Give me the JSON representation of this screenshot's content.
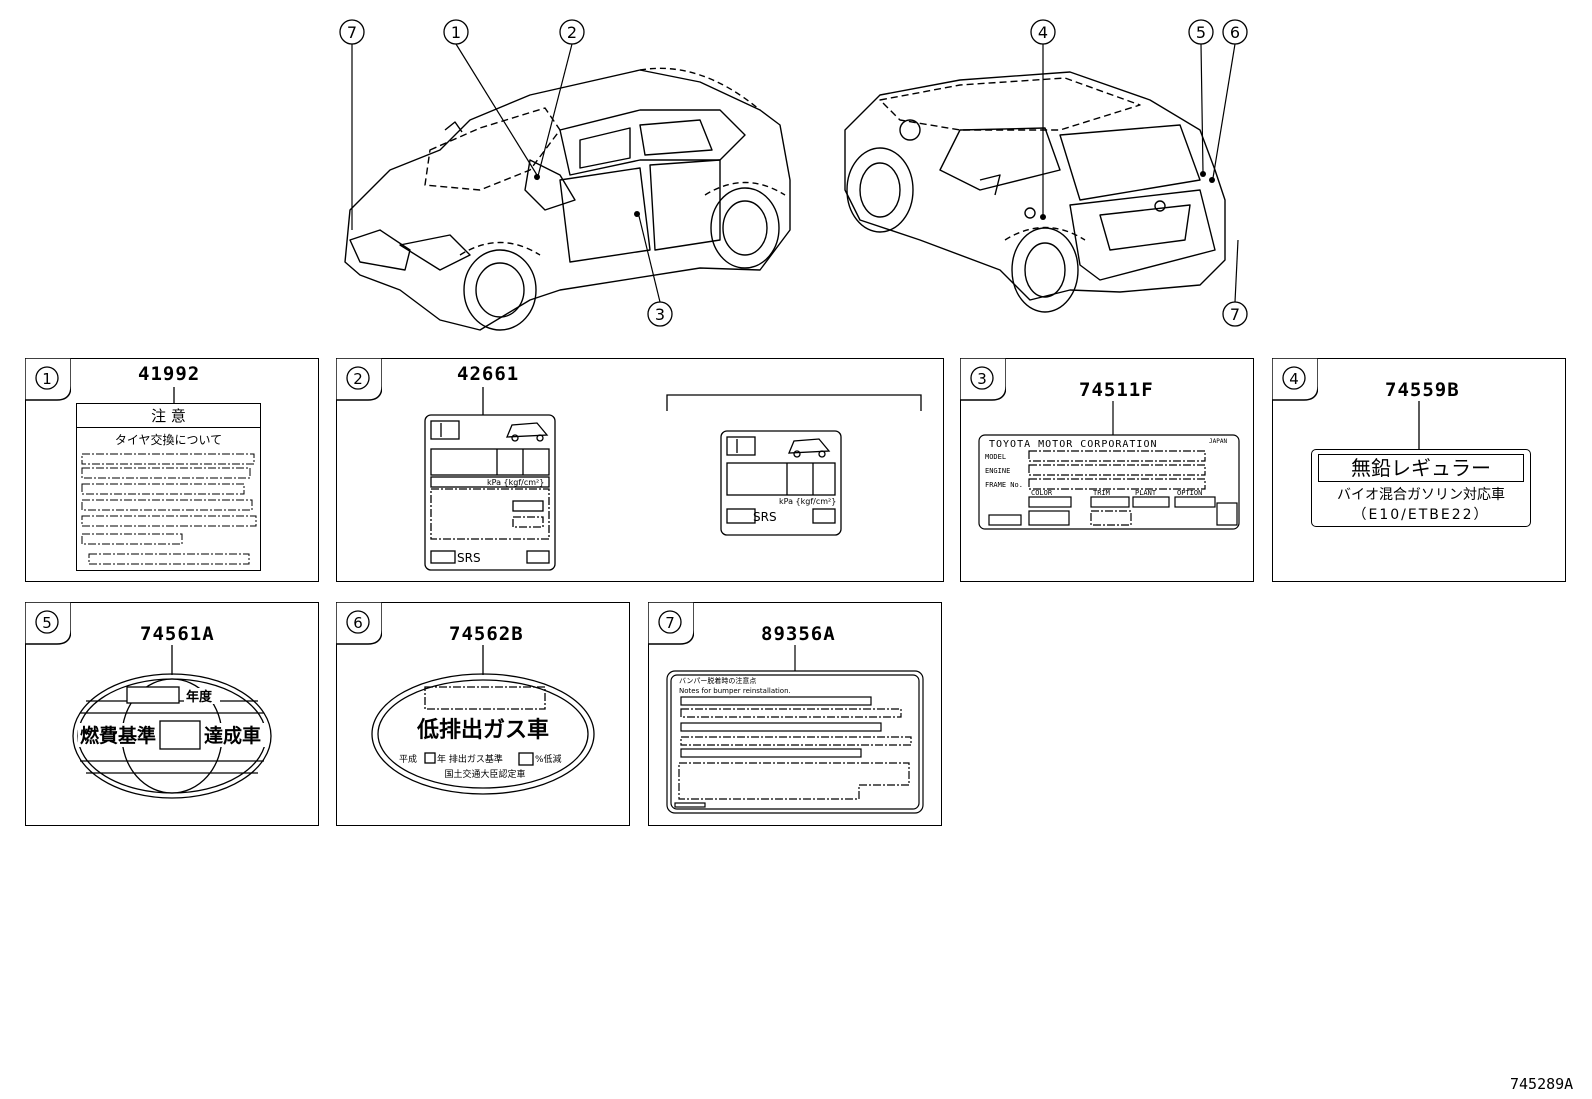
{
  "diagram_ref": "745289A",
  "callouts": {
    "front": [
      "7",
      "1",
      "2",
      "3"
    ],
    "rear": [
      "4",
      "5",
      "6",
      "7"
    ]
  },
  "panels": [
    {
      "index": "1",
      "part_no": "41992",
      "label": {
        "title": "注 意",
        "subtitle": "タイヤ交換について"
      }
    },
    {
      "index": "2",
      "part_no": "42661",
      "label": {
        "unit": "kPa {kgf/cm²}",
        "srs": "SRS"
      }
    },
    {
      "index": "3",
      "part_no": "74511F",
      "label": {
        "maker": "TOYOTA MOTOR CORPORATION",
        "country": "JAPAN",
        "rows": [
          "MODEL",
          "ENGINE",
          "FRAME No."
        ],
        "columns": [
          "COLOR",
          "TRIM",
          "PLANT",
          "OPTION"
        ]
      }
    },
    {
      "index": "4",
      "part_no": "74559B",
      "label": {
        "line1": "無鉛レギュラー",
        "line2": "バイオ混合ガソリン対応車",
        "line3": "（E10/ETBE22）"
      }
    },
    {
      "index": "5",
      "part_no": "74561A",
      "label": {
        "year": "年度",
        "left": "燃費基準",
        "right": "達成車"
      }
    },
    {
      "index": "6",
      "part_no": "74562B",
      "label": {
        "main": "低排出ガス車",
        "sub1": "平成",
        "sub2": "年 排出ガス基準",
        "sub3": "%低減",
        "sub4": "国土交通大臣認定車"
      }
    },
    {
      "index": "7",
      "part_no": "89356A",
      "label": {
        "header": "バンパー脱着時の注意点",
        "line1": "Notes for bumper reinstallation."
      }
    }
  ]
}
